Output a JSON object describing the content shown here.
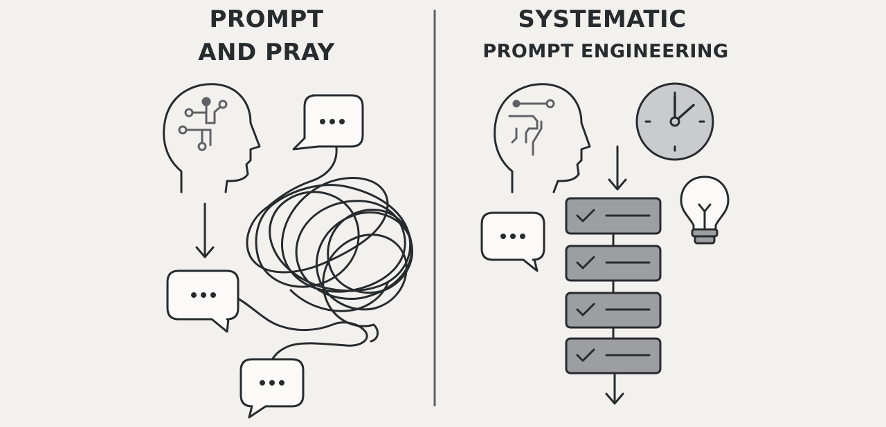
{
  "left_panel": {
    "title_line1": "PROMPT",
    "title_line2": "AND PRAY",
    "icons": [
      "head-circuit-icon",
      "speech-bubble-icon",
      "tangled-line-icon",
      "down-arrow-icon"
    ]
  },
  "right_panel": {
    "title_line1": "SYSTEMATIC",
    "title_line2": "PROMPT ENGINEERING",
    "icons": [
      "head-circuit-icon",
      "clock-icon",
      "lightbulb-icon",
      "speech-bubble-icon",
      "checklist-step-icon",
      "down-arrow-icon"
    ],
    "checklist_steps": 4
  },
  "colors": {
    "background": "#f3f1ee",
    "ink": "#262b2e",
    "grey_fill": "#9c9ea1",
    "light_fill": "#fbfaf8",
    "divider": "#5c6064"
  }
}
